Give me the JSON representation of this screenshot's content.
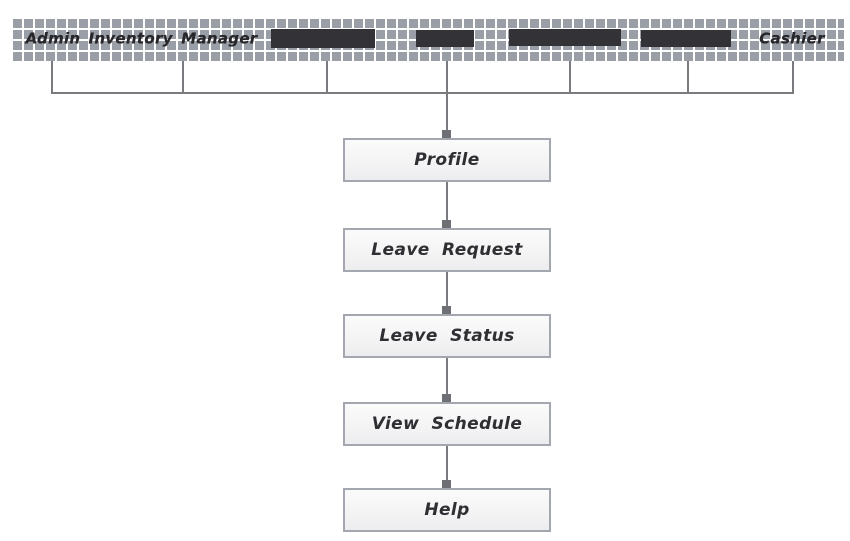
{
  "band": {
    "items": [
      {
        "label": "Admin",
        "redacted": false
      },
      {
        "label": "Inventory Manager",
        "redacted": false
      },
      {
        "label": "",
        "redacted": true
      },
      {
        "label": "",
        "redacted": true
      },
      {
        "label": "",
        "redacted": true
      },
      {
        "label": "",
        "redacted": true
      },
      {
        "label": "Cashier",
        "redacted": false
      }
    ]
  },
  "nodes": [
    {
      "label": "Profile"
    },
    {
      "label": "Leave Request"
    },
    {
      "label": "Leave Status"
    },
    {
      "label": "View Schedule"
    },
    {
      "label": "Help"
    }
  ],
  "colors": {
    "band_square": "#9a9ea6",
    "band_grid": "#ffffff",
    "redacted_bar": "#323237",
    "connector": "#7a7b7f",
    "junction_square": "#6e6f74",
    "node_border": "#a3a7af",
    "node_fill": "#f4f4f5",
    "text": "#2e2e33"
  }
}
